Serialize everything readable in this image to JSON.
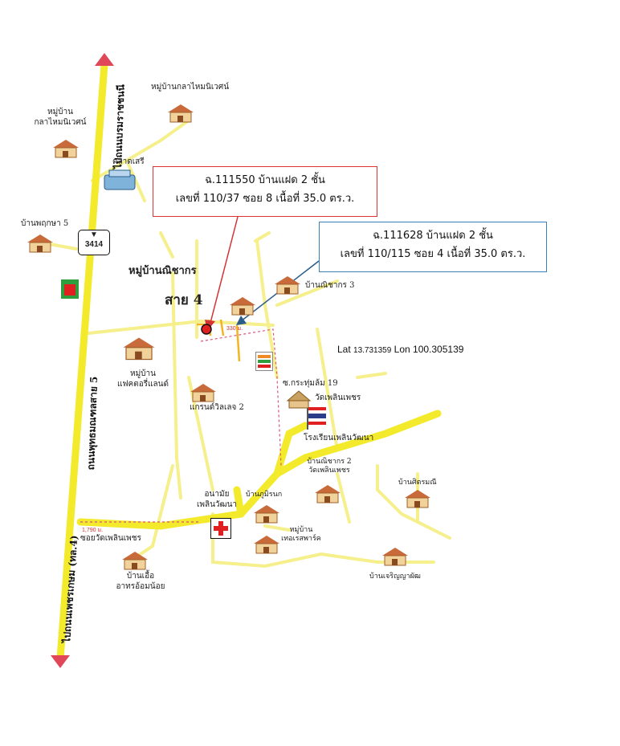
{
  "map": {
    "listing_1": {
      "line1": "ฉ.111550 บ้านแฝด 2 ชั้น",
      "line2": "เลขที่ 110/37 ซอย 8  เนื้อที่ 35.0 ตร.ว.",
      "marker_color": "#e02020"
    },
    "listing_2": {
      "line1": "ฉ.111628 บ้านแฝด 2 ชั้น",
      "line2": "เลขที่ 110/115 ซอย 4 เนื้อที่ 35.0 ตร.ว.",
      "marker_color": "#2a5d8a"
    },
    "coords": {
      "lat_label": "Lat",
      "lat_value": "13.731359",
      "lon_label": "Lon",
      "lon_value": "100.305139"
    },
    "roads": {
      "road_top": "ไปถนนบรมราชชนนี",
      "road_mid": "ถนนพุทธมณฑลสาย 5",
      "road_bottom": "ไปถนนเพชรเกษม (ทล.4)",
      "route_number": "3414",
      "sai4": "สาย 4",
      "soi_phloen": "ซอยวัดเพลินเพชร",
      "soi_krathum": "ซ.กระทุ่มล้ม 19"
    },
    "distances": {
      "d1": "330 ม.",
      "d2": "1,790 ม."
    },
    "places": {
      "klai_mai_nivet_top": "หมู่บ้านกลาไหมนิเวศน์",
      "klai_mai_nivet_left_1": "หมู่บ้าน",
      "klai_mai_nivet_left_2": "กลาไหมนิเวศน์",
      "talad_seri": "ตลาดเสรี",
      "ban_phrukana": "บ้านพฤกษา 5",
      "nichakorn_village": "หมู่บ้านณิชากร",
      "ban_nichakorn_3": "บ้านณิชากร 3",
      "happy_land_1": "หมู่บ้าน",
      "happy_land_2": "แฟคตอรี่แลนด์",
      "grand_ville": "แกรนด์วิลเลจ 2",
      "wat_phloen": "วัดเพลินเพชร",
      "school": "โรงเรียนเพลินวัฒนา",
      "nichakorn_2_1": "บ้านณิชากร 2",
      "nichakorn_2_2": "วัดเพลินเพชร",
      "ban_sitramani": "บ้านศิตรมณี",
      "anamai_1": "อนามัย",
      "anamai_2": "เพลินวัฒนา",
      "ban_phumisuk": "บ้านภูมิรนก",
      "village_terrace_1": "หมู่บ้าน",
      "village_terrace_2": "เทอเรสพาร์ค",
      "ban_charoen": "บ้านเจริญญาผัฒ",
      "ban_uea_1": "บ้านเอื้อ",
      "ban_uea_2": "อาทรอ้อมน้อย"
    },
    "colors": {
      "main_road": "#f2ea2a",
      "minor_road": "#f5ef8c",
      "arrow": "#e0485a",
      "red_box": "#d33333",
      "blue_box": "#3a7fb8"
    }
  }
}
